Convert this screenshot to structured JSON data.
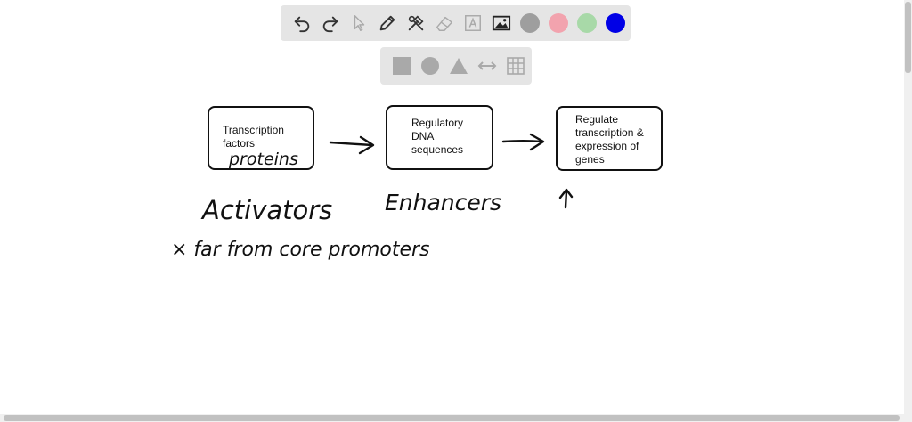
{
  "toolbar": {
    "tools": [
      "undo-icon",
      "redo-icon",
      "pointer-icon",
      "pen-icon",
      "tools-icon",
      "eraser-icon",
      "text-icon",
      "image-icon"
    ],
    "colors": [
      "#9e9e9e",
      "#f2a3ae",
      "#a8d9a8",
      "#0000e6"
    ]
  },
  "shapebar": {
    "tools": [
      "square-icon",
      "circle-icon",
      "triangle-icon",
      "double-arrow-icon",
      "grid-icon"
    ]
  },
  "diagram": {
    "box1_text": "Transcription\nfactors",
    "box2_text": "Regulatory\nDNA\nsequences",
    "box3_text": "Regulate\ntranscription &\nexpression of\ngenes",
    "handwritten": {
      "box1_note": "proteins",
      "activators": "Activators",
      "enhancers": "Enhancers",
      "far_note": "× far from core promoters"
    }
  }
}
